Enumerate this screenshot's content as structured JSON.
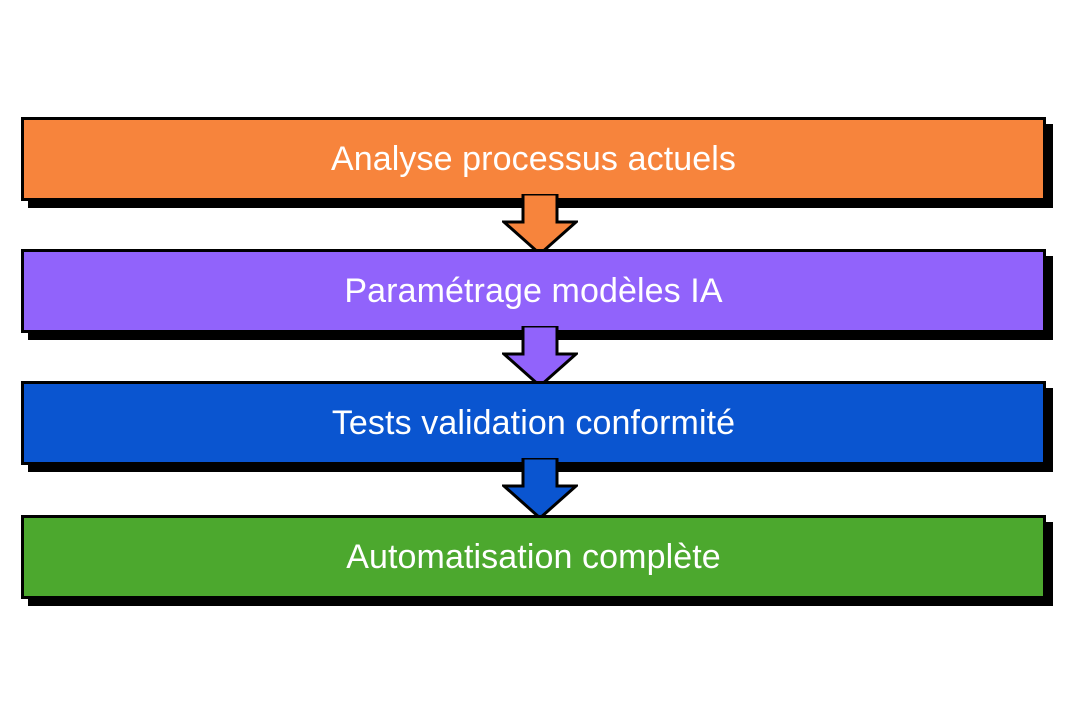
{
  "diagram": {
    "title": "Analyse processus actuels",
    "type": "vertical-flowchart",
    "orientation": "top-to-bottom",
    "background_color": "#ffffff",
    "border_color": "#000000",
    "shadow_color": "#000000",
    "text_color": "#ffffff",
    "steps": [
      {
        "index": 1,
        "label": "Analyse processus actuels",
        "color": "#F7843C",
        "name": "analyse-processus-actuels"
      },
      {
        "index": 2,
        "label": "Paramétrage modèles IA",
        "color": "#9163FB",
        "name": "parametrage-modeles-ia"
      },
      {
        "index": 3,
        "label": "Tests validation conformité",
        "color": "#0A55D0",
        "name": "tests-validation-conformite"
      },
      {
        "index": 4,
        "label": "Automatisation complète",
        "color": "#4CA82E",
        "name": "automatisation-complete"
      }
    ],
    "connectors": [
      {
        "index": 1,
        "from": "Analyse processus actuels",
        "to": "Paramétrage modèles IA",
        "color": "#F7843C"
      },
      {
        "index": 2,
        "from": "Paramétrage modèles IA",
        "to": "Tests validation conformité",
        "color": "#9163FB"
      },
      {
        "index": 3,
        "from": "Tests validation conformité",
        "to": "Automatisation complète",
        "color": "#0A55D0"
      }
    ]
  }
}
